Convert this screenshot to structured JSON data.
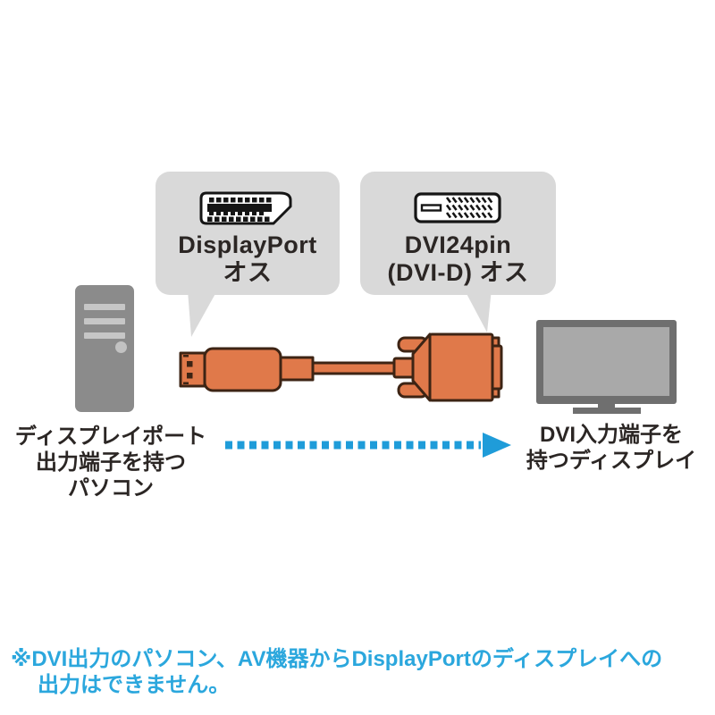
{
  "diagram_title": "DisplayPort to DVI cable connection diagram",
  "callouts": {
    "displayport": {
      "line1": "DisplayPort",
      "line2": "オス",
      "icon": "displayport-connector-icon"
    },
    "dvi": {
      "line1": "DVI24pin",
      "line2": "(DVI-D) オス",
      "icon": "dvi-connector-icon"
    }
  },
  "source_device": {
    "icon": "pc-tower",
    "label_lines": {
      "0": "ディスプレイポート",
      "1": "出力端子を持つ",
      "2": "パソコン"
    }
  },
  "target_device": {
    "icon": "display-monitor",
    "label_lines": {
      "0": "DVI入力端子を",
      "1": "持つディスプレイ"
    }
  },
  "cable": {
    "description": "DisplayPort male to DVI24pin (DVI-D) male cable"
  },
  "arrow": {
    "direction": "right",
    "style": "dashed"
  },
  "footnote": {
    "line1": "※DVI出力のパソコン、AV機器からDisplayPortのディスプレイへの",
    "line2": "出力はできません。"
  },
  "colors": {
    "bubble_gray": "#d9d9d9",
    "tower_gray": "#8b8b8b",
    "vent_gray": "#c6c6c6",
    "monitor_frame": "#6f6f6f",
    "monitor_screen": "#a9a9a9",
    "cable_orange": "#e0794a",
    "cable_outline": "#3d2414",
    "arrow_blue": "#1f9cd9",
    "footnote_blue": "#2ba7dd",
    "text_black": "#2b2624"
  }
}
